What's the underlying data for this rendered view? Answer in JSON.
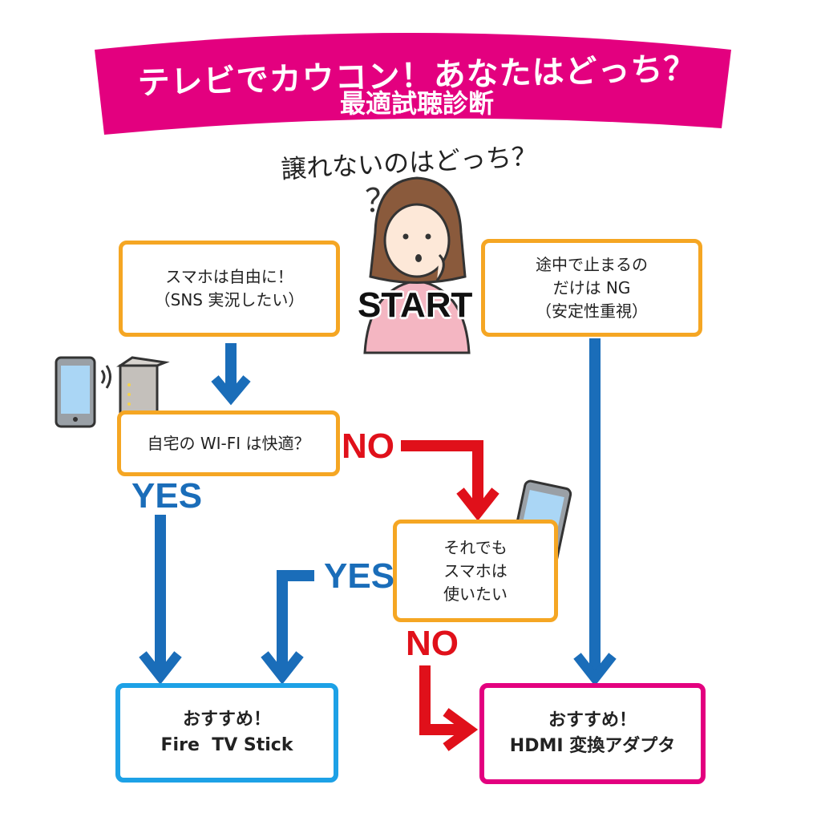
{
  "header": {
    "title_line1": "テレビでカウコン！あなたはどっち？",
    "title_line2": "最適試聴診断",
    "banner_color": "#e3007f"
  },
  "question": "譲れないのはどっち？",
  "start_label": "START",
  "thinking_mark": "？",
  "nodes": {
    "left_choice": {
      "line1": "スマホは自由に！",
      "line2": "（SNS 実況したい）"
    },
    "right_choice": {
      "line1": "途中で止まるの",
      "line2": "だけは NG",
      "line3": "（安定性重視）"
    },
    "wifi_question": {
      "text": "自宅の WI-FI は快適？"
    },
    "phone_question": {
      "line1": "それでも",
      "line2": "スマホは",
      "line3": "使いたい"
    },
    "result_firetv": {
      "line1": "おすすめ！",
      "line2": "Fire  TV Stick"
    },
    "result_hdmi": {
      "line1": "おすすめ！",
      "line2": "HDMI 変換アダプタ"
    }
  },
  "edge_labels": {
    "wifi_no": "NO",
    "wifi_yes": "YES",
    "phone_yes": "YES",
    "phone_no": "NO"
  },
  "colors": {
    "orange": "#f5a623",
    "blue_arrow": "#1a6db9",
    "red_arrow": "#e0101a",
    "result_blue": "#1da1e6",
    "result_pink": "#e3007f"
  }
}
